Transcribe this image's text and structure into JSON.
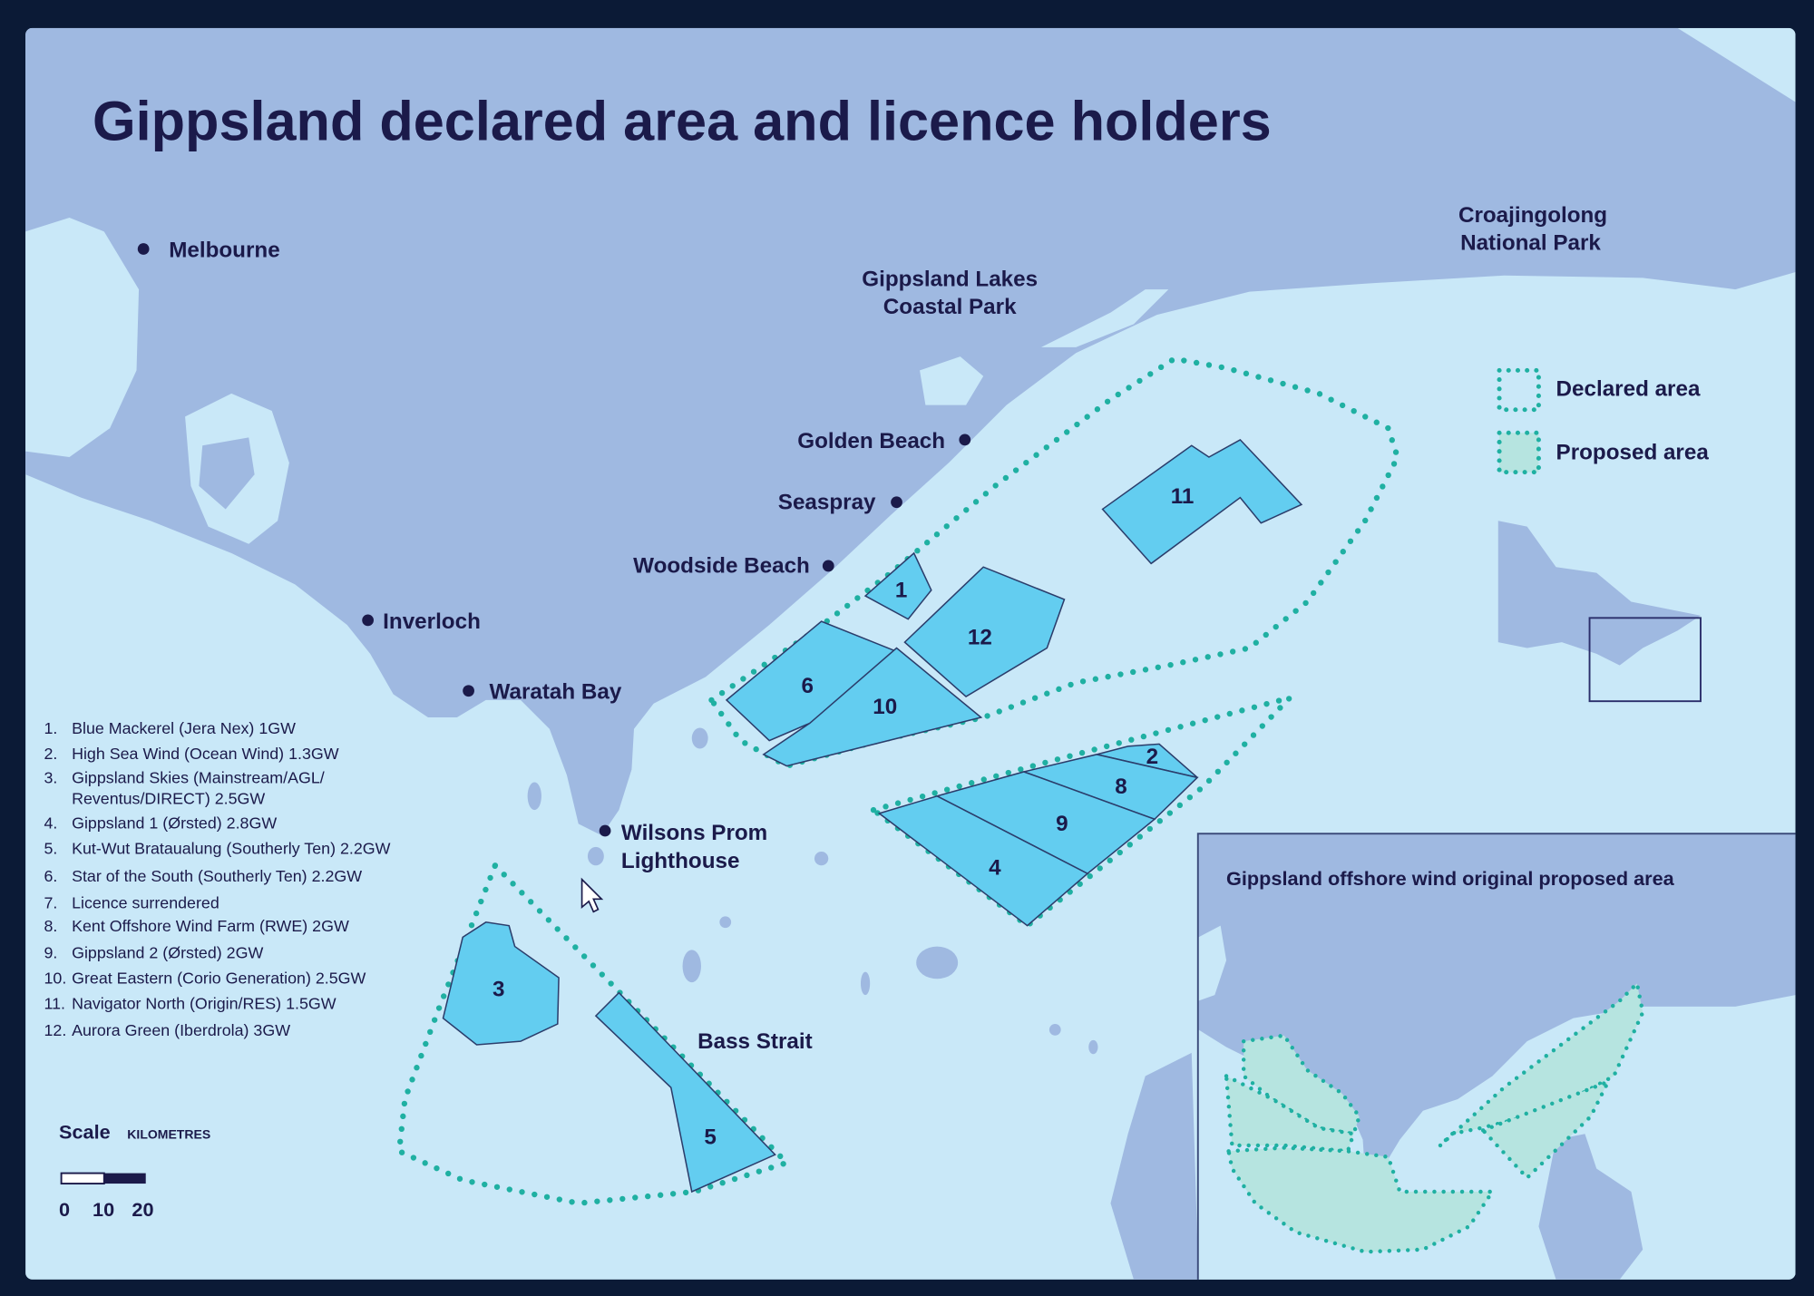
{
  "title": "Gippsland declared area and licence holders",
  "places": {
    "melbourne": "Melbourne",
    "inverloch": "Inverloch",
    "waratah_bay": "Waratah Bay",
    "woodside_beach": "Woodside Beach",
    "seaspray": "Seaspray",
    "golden_beach": "Golden Beach",
    "gippsland_lakes_1": "Gippsland Lakes",
    "gippsland_lakes_2": "Coastal Park",
    "croajingolong_1": "Croajingolong",
    "croajingolong_2": "National Park",
    "wilsons_prom_1": "Wilsons Prom",
    "wilsons_prom_2": "Lighthouse",
    "bass_strait": "Bass Strait"
  },
  "map_legend": {
    "declared": "Declared area",
    "proposed": "Proposed area"
  },
  "licence_list": [
    {
      "num": "1.",
      "text": "Blue Mackerel (Jera Nex) 1GW"
    },
    {
      "num": "2.",
      "text": "High Sea Wind (Ocean Wind) 1.3GW"
    },
    {
      "num": "3.",
      "text": "Gippsland Skies (Mainstream/AGL/",
      "text2": "Reventus/DIRECT) 2.5GW"
    },
    {
      "num": "4.",
      "text": "Gippsland 1 (Ørsted) 2.8GW"
    },
    {
      "num": "5.",
      "text": "Kut-Wut Brataualung (Southerly Ten) 2.2GW"
    },
    {
      "num": "6.",
      "text": "Star of the South (Southerly Ten) 2.2GW"
    },
    {
      "num": "7.",
      "text": "Licence surrendered"
    },
    {
      "num": "8.",
      "text": "Kent Offshore Wind Farm (RWE) 2GW"
    },
    {
      "num": "9.",
      "text": "Gippsland 2 (Ørsted) 2GW"
    },
    {
      "num": "10.",
      "text": "Great Eastern (Corio Generation) 2.5GW"
    },
    {
      "num": "11.",
      "text": "Navigator North (Origin/RES) 1.5GW"
    },
    {
      "num": "12.",
      "text": "Aurora Green (Iberdrola) 3GW"
    }
  ],
  "licence_labels": [
    "1",
    "2",
    "3",
    "4",
    "5",
    "6",
    "8",
    "9",
    "10",
    "11",
    "12"
  ],
  "scale": {
    "label": "Scale",
    "unit": "KILOMETRES",
    "ticks": [
      "0",
      "10",
      "20"
    ]
  },
  "inset": {
    "title": "Gippsland offshore wind original proposed area"
  },
  "colors": {
    "land": "#9fb9e1",
    "sea": "#c9e8f8",
    "licence": "#63cdf0",
    "declared": "#1fb0a2",
    "frame": "#0b1a36"
  }
}
